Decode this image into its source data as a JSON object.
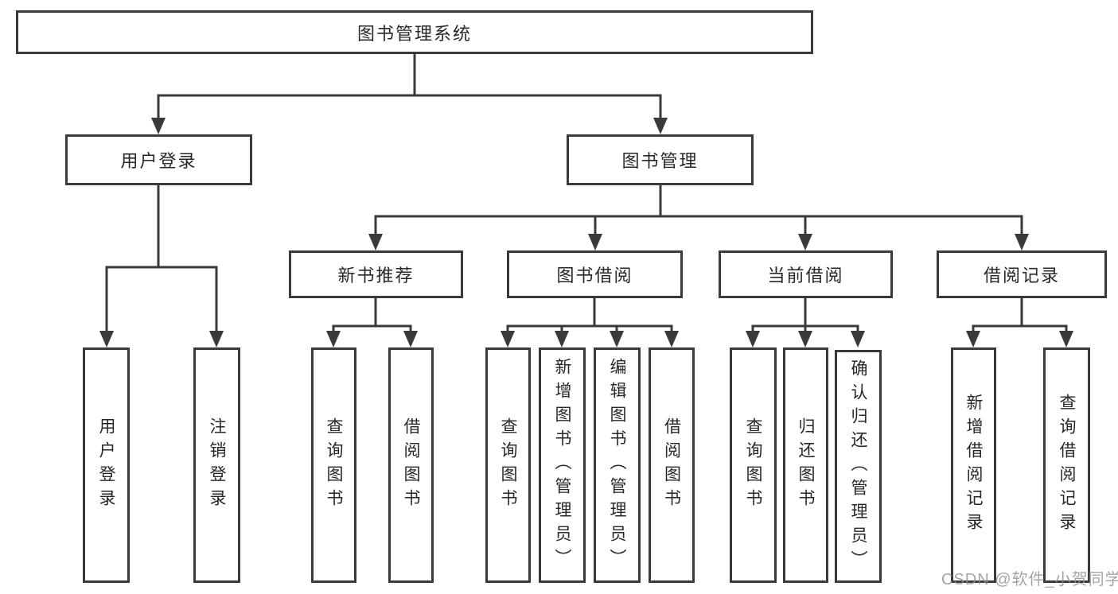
{
  "diagram": {
    "title": "图书管理系统",
    "type": "functional-structure-tree",
    "colors": {
      "line": "#3a3a3a",
      "box_border": "#3a3a3a",
      "text": "#272727",
      "background": "#ffffff",
      "watermark_text_color": "#919191"
    },
    "watermark": "CSDN @软件_小贺同学",
    "tree": {
      "label": "图书管理系统",
      "children": [
        {
          "label": "用户登录",
          "children": [
            {
              "label": "用户登录"
            },
            {
              "label": "注销登录"
            }
          ]
        },
        {
          "label": "图书管理",
          "children": [
            {
              "label": "新书推荐",
              "children": [
                {
                  "label": "查询图书"
                },
                {
                  "label": "借阅图书"
                }
              ]
            },
            {
              "label": "图书借阅",
              "children": [
                {
                  "label": "查询图书"
                },
                {
                  "label": "新增图书（管理员）"
                },
                {
                  "label": "编辑图书（管理员）"
                },
                {
                  "label": "借阅图书"
                }
              ]
            },
            {
              "label": "当前借阅",
              "children": [
                {
                  "label": "查询图书"
                },
                {
                  "label": "归还图书"
                },
                {
                  "label": "确认归还（管理员）"
                }
              ]
            },
            {
              "label": "借阅记录",
              "children": [
                {
                  "label": "新增借阅记录"
                },
                {
                  "label": "查询借阅记录"
                }
              ]
            }
          ]
        }
      ]
    }
  }
}
